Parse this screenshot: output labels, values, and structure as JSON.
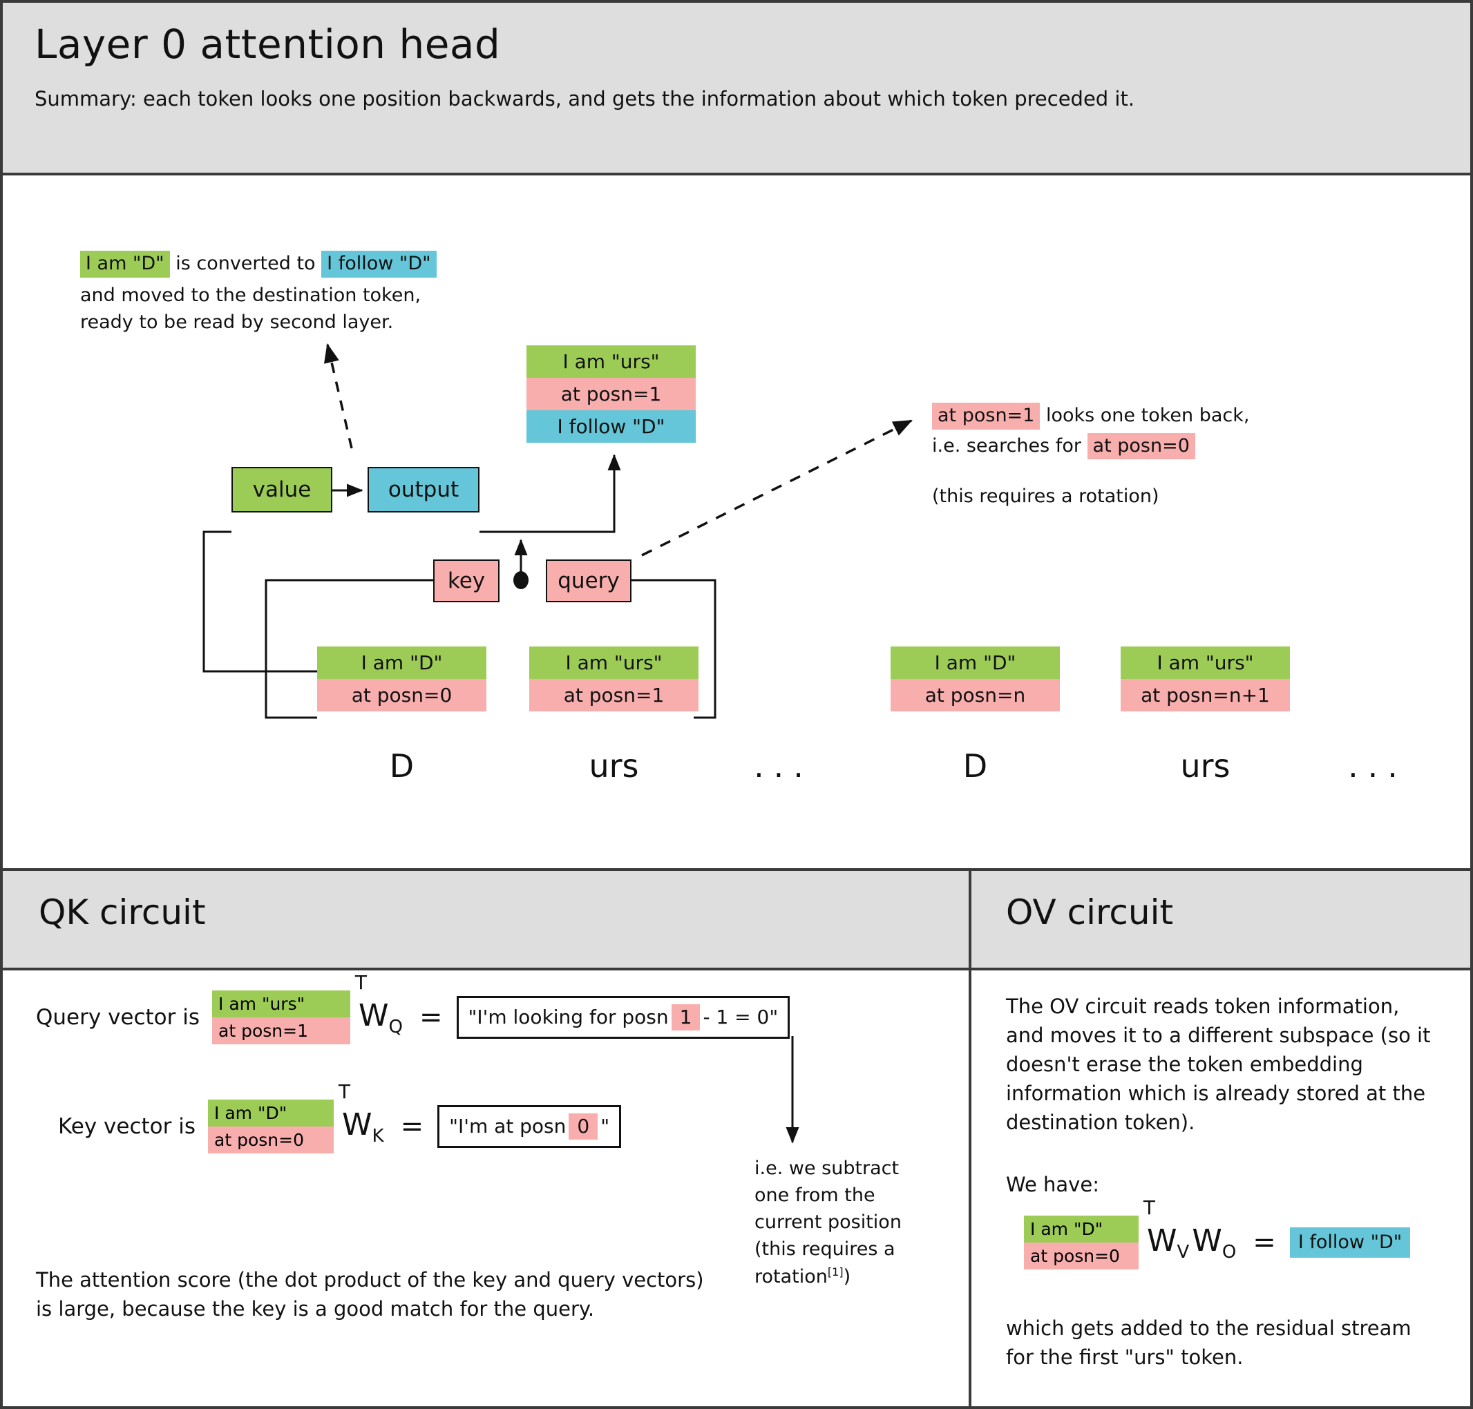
{
  "header": {
    "title": "Layer 0 attention head",
    "summary": "Summary: each token looks one position backwards, and gets the information about which token preceded it."
  },
  "annotations": {
    "conversion": {
      "chip_green": "I am \"D\"",
      "mid_text": "is converted to",
      "chip_blue": "I follow \"D\"",
      "line2": "and moved to the destination token,",
      "line3": "ready to be read by second layer."
    },
    "lookback": {
      "chip_pink_1": "at posn=1",
      "text_1": "looks one token back,",
      "text_2": "i.e. searches for",
      "chip_pink_2": "at posn=0",
      "note": "(this requires a rotation)"
    }
  },
  "diagram": {
    "nodes": {
      "value": "value",
      "output": "output",
      "key": "key",
      "query": "query"
    },
    "dest_stack": {
      "rows": [
        "I am \"urs\"",
        "at posn=1",
        "I follow \"D\""
      ],
      "colors": [
        "green",
        "pink",
        "blue"
      ]
    },
    "tokens": [
      {
        "rows": [
          "I am \"D\"",
          "at posn=0"
        ],
        "label": "D"
      },
      {
        "rows": [
          "I am \"urs\"",
          "at posn=1"
        ],
        "label": "urs"
      },
      {
        "rows": [],
        "label": "..."
      },
      {
        "rows": [
          "I am \"D\"",
          "at posn=n"
        ],
        "label": "D"
      },
      {
        "rows": [
          "I am \"urs\"",
          "at posn=n+1"
        ],
        "label": "urs"
      },
      {
        "rows": [],
        "label": "..."
      }
    ]
  },
  "qk": {
    "title": "QK circuit",
    "query_row": {
      "label": "Query vector is",
      "stack_rows": [
        "I am \"urs\"",
        "at posn=1"
      ],
      "transpose": "T",
      "matrix": "W",
      "matrix_sub": "Q",
      "equals": "=",
      "result_pre": "\"I'm looking for posn",
      "result_chip": "1",
      "result_post": "- 1 = 0\""
    },
    "key_row": {
      "label": "Key vector is",
      "stack_rows": [
        "I am \"D\"",
        "at posn=0"
      ],
      "transpose": "T",
      "matrix": "W",
      "matrix_sub": "K",
      "equals": "=",
      "result_pre": "\"I'm at posn",
      "result_chip": "0",
      "result_post": "\""
    },
    "subtract_note": [
      "i.e. we subtract",
      "one from the",
      "current position",
      "(this requires a",
      "rotation"
    ],
    "subtract_note_ref": "[1]",
    "subtract_note_close": ")",
    "conclusion": "The attention score (the dot product of the key and query vectors) is large, because the key is a good match for the query."
  },
  "ov": {
    "title": "OV circuit",
    "intro": "The OV circuit reads token information, and moves it to a different subspace (so it doesn't erase the token embedding information which is already stored at the destination token).",
    "we_have": "We have:",
    "equation": {
      "stack_rows": [
        "I am \"D\"",
        "at posn=0"
      ],
      "transpose": "T",
      "matrix_v": "W",
      "matrix_v_sub": "V",
      "matrix_o": "W",
      "matrix_o_sub": "O",
      "equals": "=",
      "result_chip": "I follow \"D\""
    },
    "conclusion": "which gets added to the residual stream for the first \"urs\" token."
  },
  "colors": {
    "green": "#9ccc55",
    "pink": "#f9aeae",
    "blue": "#64c6d8",
    "band": "#dedede",
    "ink": "#111111"
  }
}
